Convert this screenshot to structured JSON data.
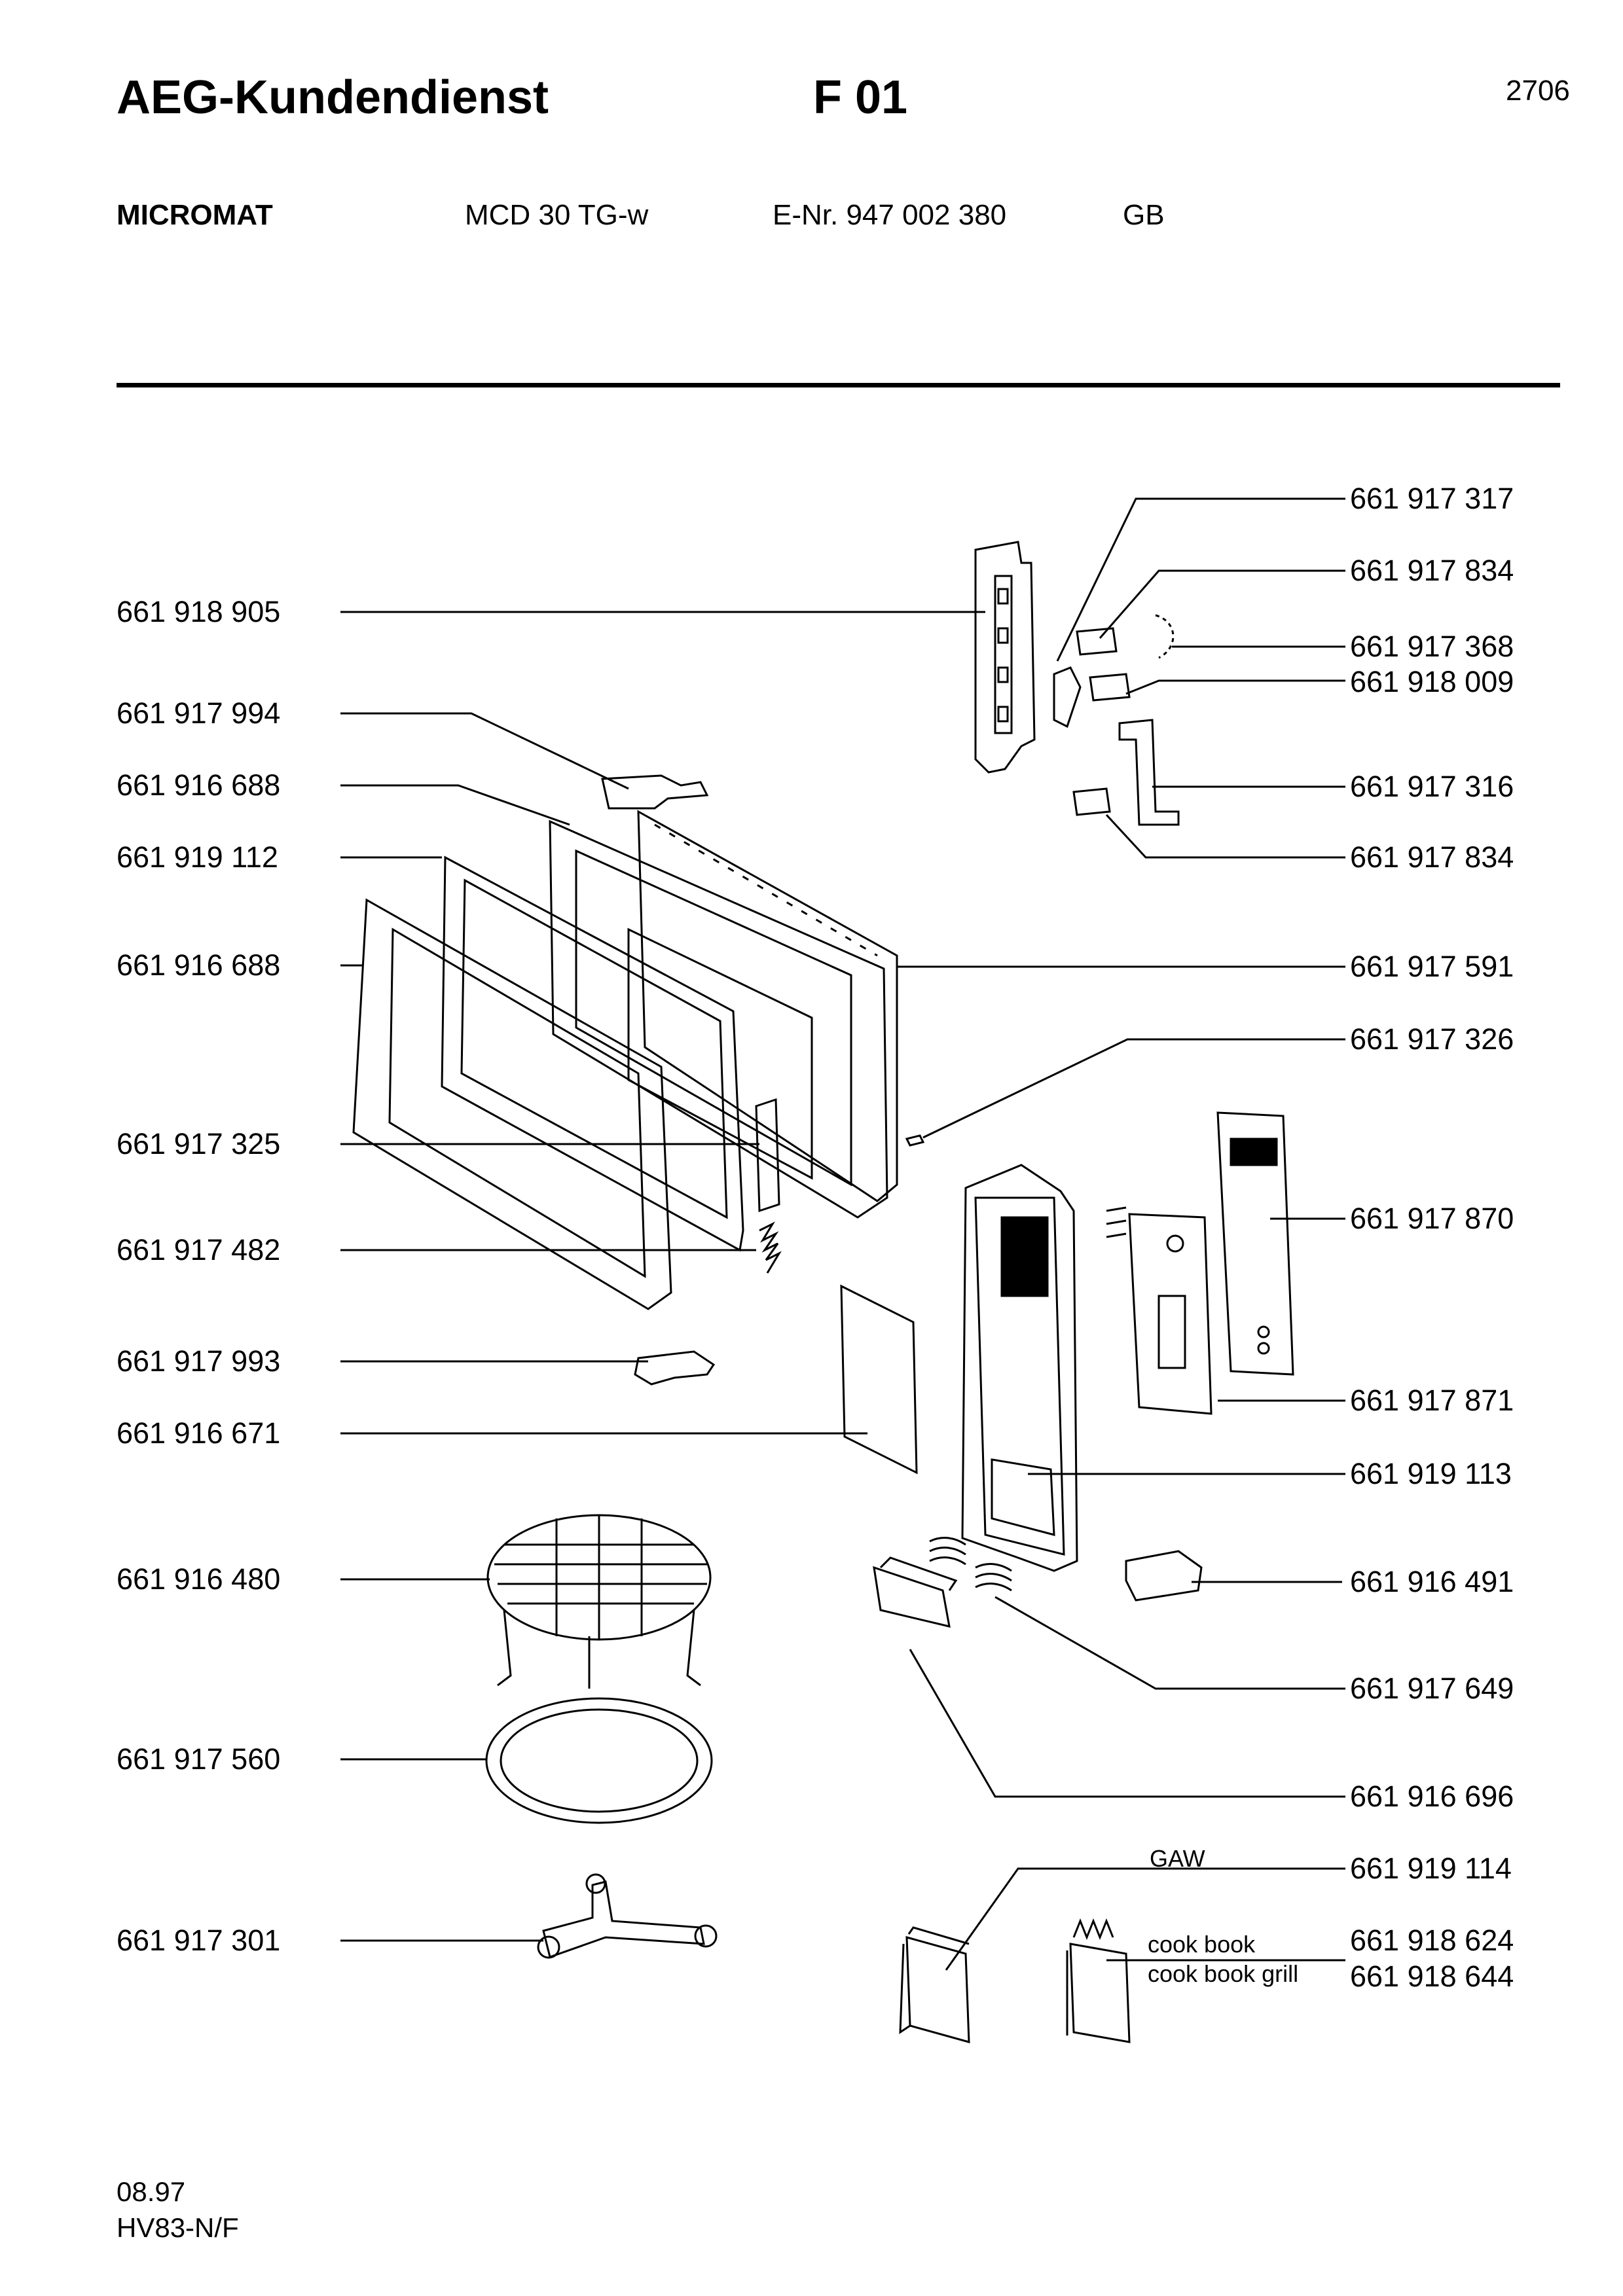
{
  "header": {
    "brand": "AEG-Kundendienst",
    "section": "F 01",
    "page_number": "2706"
  },
  "model": {
    "product": "MICROMAT",
    "type": "MCD 30 TG-w",
    "enr": "E-Nr. 947 002 380",
    "country": "GB"
  },
  "left_parts": [
    "661 918 905",
    "661 917 994",
    "661 916 688",
    "661 919 112",
    "661 916 688",
    "661 917 325",
    "661 917 482",
    "661 917 993",
    "661 916 671",
    "661 916 480",
    "661 917 560",
    "661 917 301"
  ],
  "right_parts": [
    "661 917 317",
    "661 917 834",
    "661 917 368",
    "661 918 009",
    "661 917 316",
    "661 917 834",
    "661 917 591",
    "661 917 326",
    "661 917 870",
    "661 917 871",
    "661 919 113",
    "661 916 491",
    "661 917 649",
    "661 916 696",
    "661 919 114",
    "661 918 624",
    "661 918 644"
  ],
  "notes": {
    "gaw": "GAW",
    "cook_book": "cook book",
    "cook_book_grill": "cook book grill"
  },
  "footer": {
    "date": "08.97",
    "code": "HV83-N/F"
  }
}
